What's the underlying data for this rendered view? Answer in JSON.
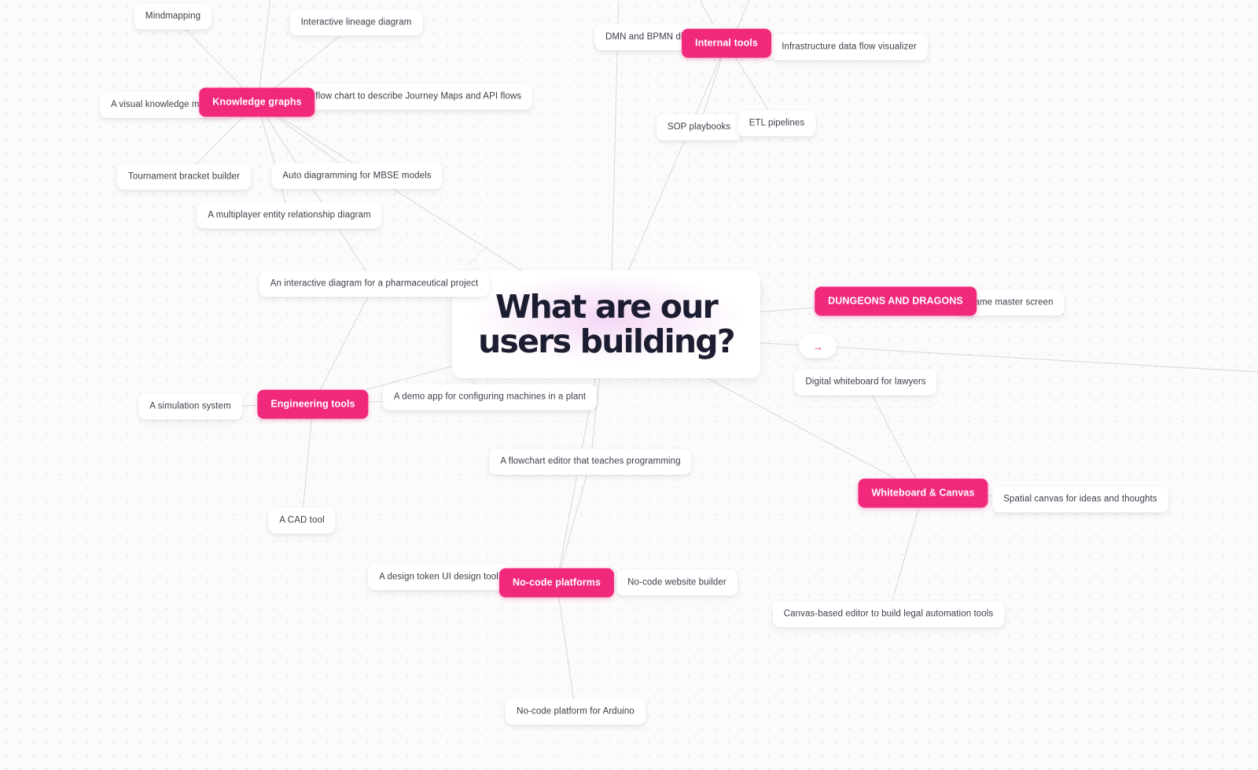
{
  "colors": {
    "accent_pink": "#f1297d",
    "edge_line": "#d8d8da",
    "title_ink": "#1d1d31"
  },
  "center": {
    "line1": "What are our",
    "line2": "users building?"
  },
  "categories": {
    "knowledge_graphs": "Knowledge graphs",
    "internal_tools": "Internal tools",
    "dungeons_and_dragons": "DUNGEONS AND DRAGONS",
    "engineering_tools": "Engineering tools",
    "whiteboard_canvas": "Whiteboard & Canvas",
    "no_code_platforms": "No-code platforms"
  },
  "leaves": {
    "mindmapping": "Mindmapping",
    "interactive_lineage": "Interactive lineage diagram",
    "dmn_bpmn": "DMN and BPMN diagram editor",
    "infra_data_flow": "Infrastructure data flow visualizer",
    "visual_knowledge": "A visual knowledge management",
    "journey_maps": "A flow chart to describe Journey Maps and API flows",
    "sop_playbooks": "SOP playbooks",
    "etl_pipelines": "ETL pipelines",
    "tournament_bracket": "Tournament bracket builder",
    "mbse_models": "Auto diagramming for MBSE models",
    "multiplayer_erd": "A multiplayer entity relationship diagram",
    "pharma_diagram": "An interactive diagram for a pharmaceutical project",
    "game_master": "Game master screen",
    "lawyers_whiteboard": "Digital whiteboard for lawyers",
    "simulation_system": "A simulation system",
    "demo_app_plant": "A demo app for configuring machines in a plant",
    "flowchart_teaches": "A flowchart editor that teaches programming",
    "spatial_canvas": "Spatial canvas for ideas and thoughts",
    "cad_tool": "A CAD tool",
    "design_token": "A design token UI design tool",
    "website_builder": "No-code website builder",
    "legal_automation": "Canvas-based editor to build legal automation tools",
    "arduino_platform": "No-code platform for Arduino"
  },
  "icons": {
    "arrow_right": "→"
  }
}
